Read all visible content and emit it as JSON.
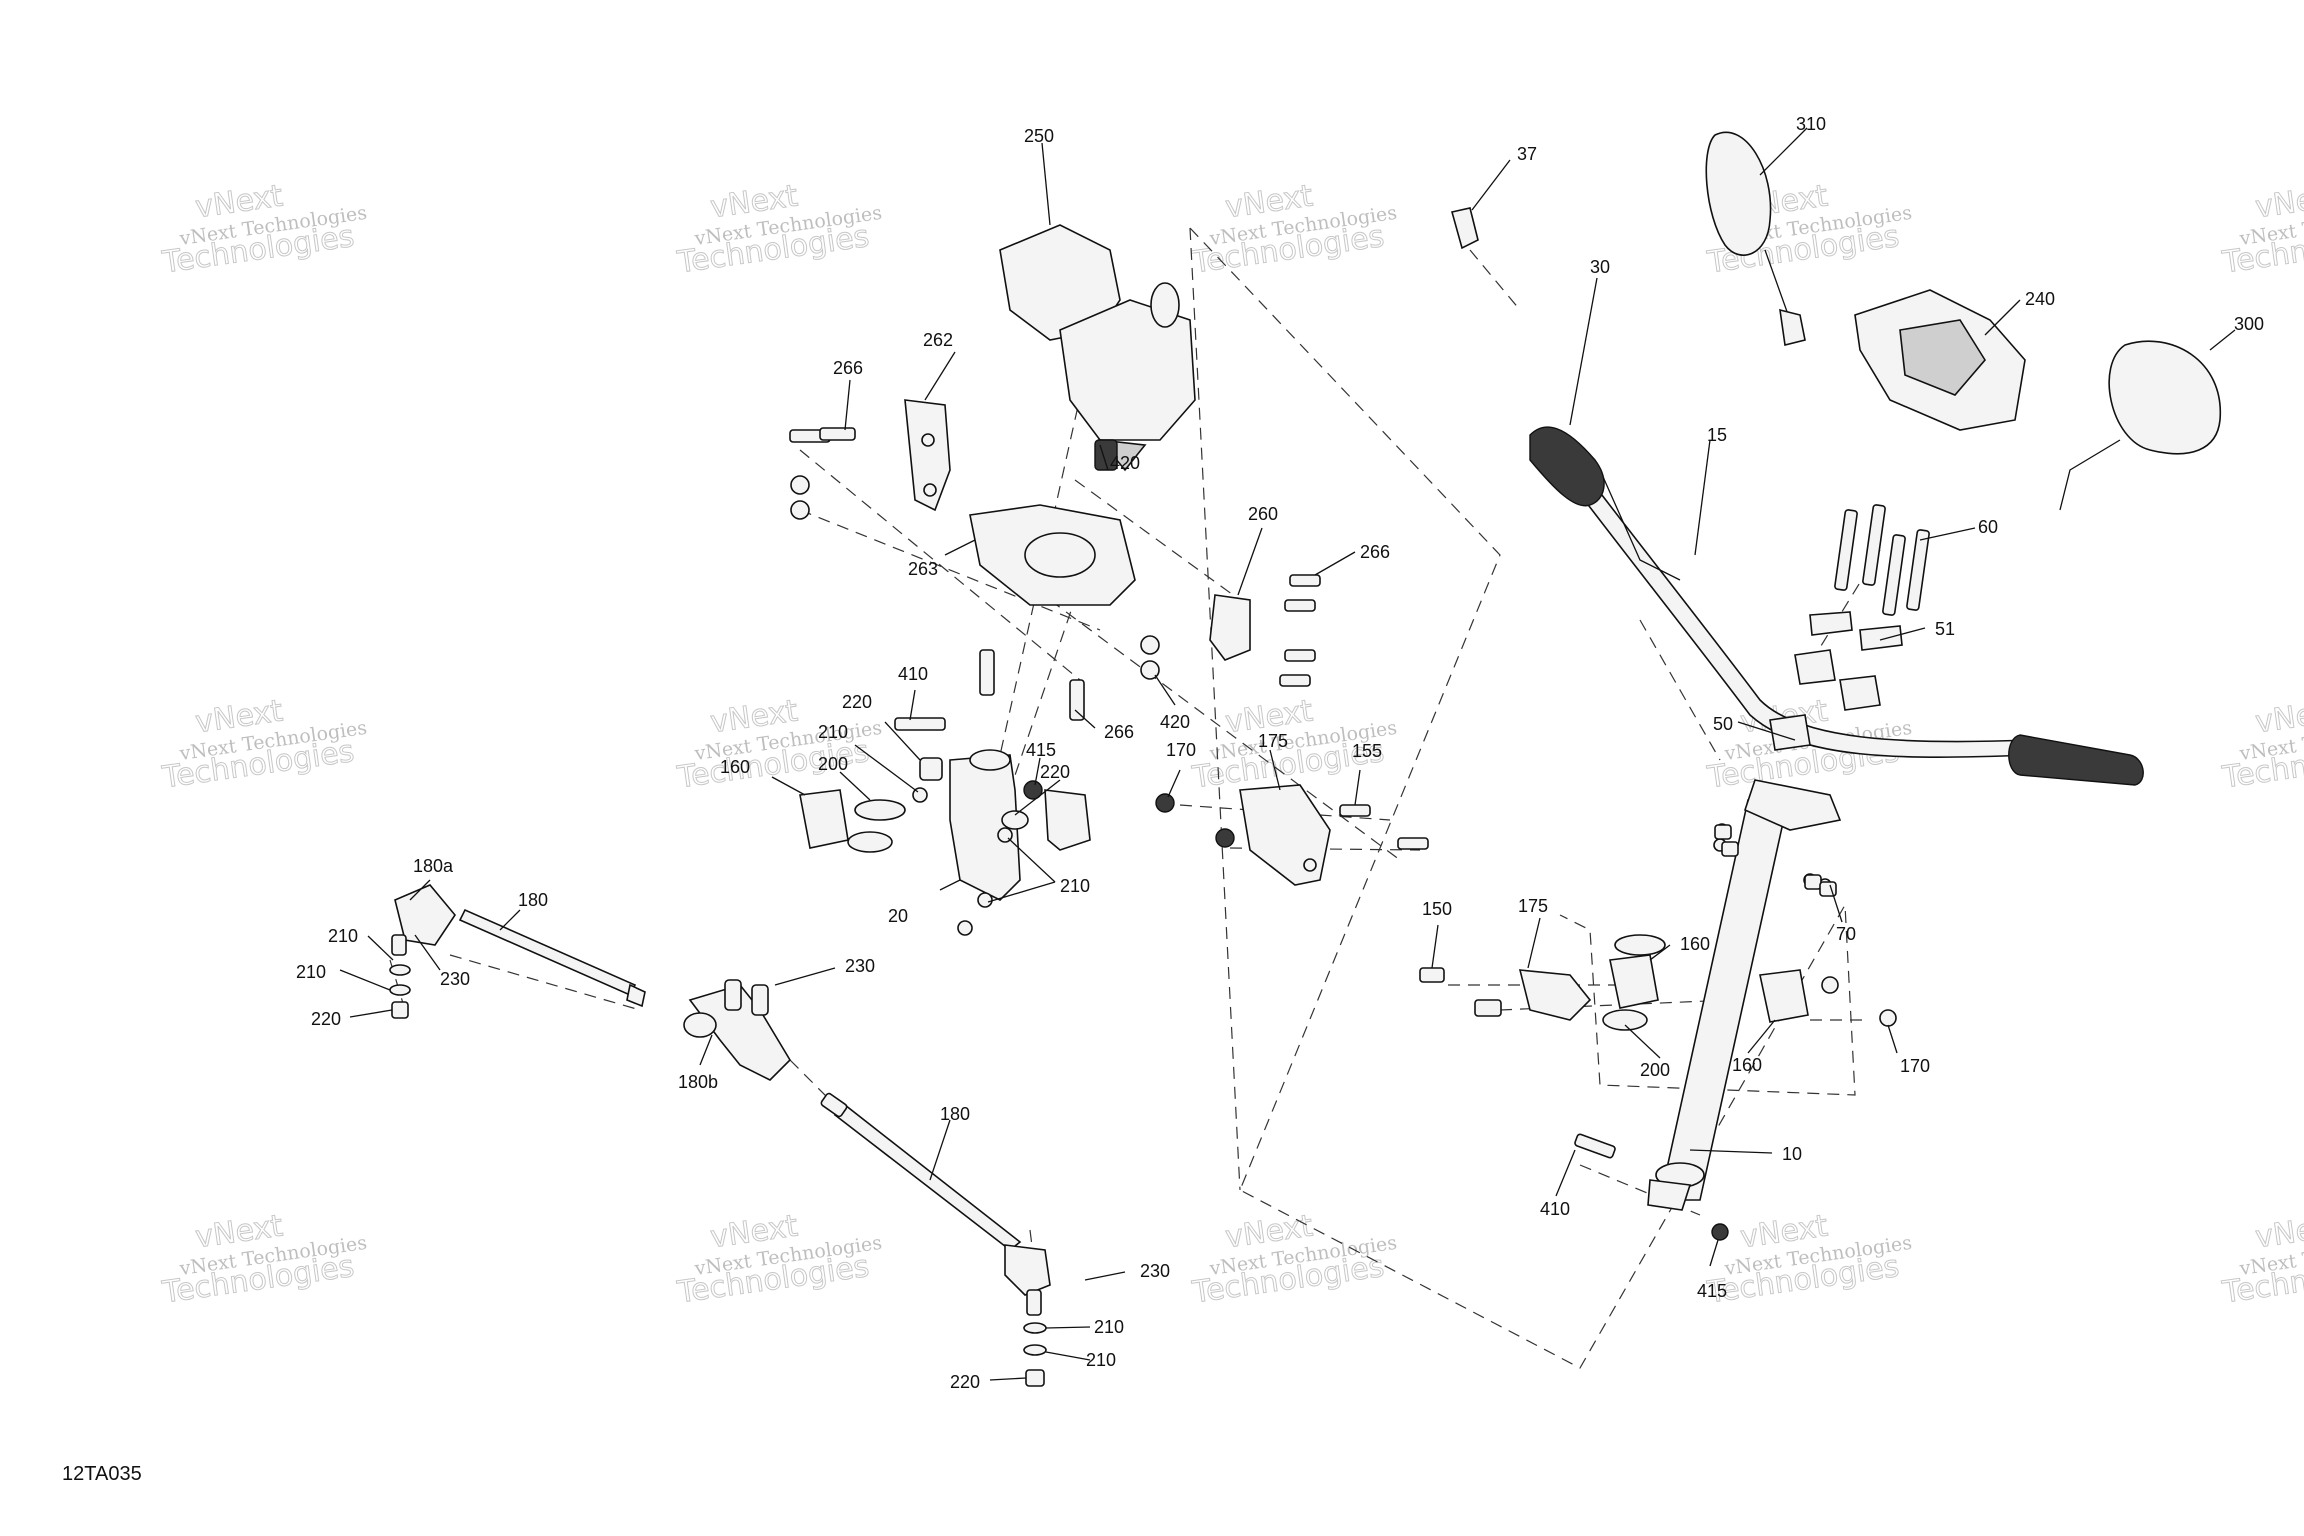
{
  "drawing_ref": "12TA035",
  "watermark": {
    "line1": "vNext Technologies",
    "line2": "Technologies",
    "line3": "vNext"
  },
  "callouts": [
    {
      "id": "c250",
      "text": "250"
    },
    {
      "id": "c262",
      "text": "262"
    },
    {
      "id": "c266a",
      "text": "266"
    },
    {
      "id": "c420a",
      "text": "420"
    },
    {
      "id": "c263",
      "text": "263"
    },
    {
      "id": "c260",
      "text": "260"
    },
    {
      "id": "c266b",
      "text": "266"
    },
    {
      "id": "c420b",
      "text": "420"
    },
    {
      "id": "c266c",
      "text": "266"
    },
    {
      "id": "c410a",
      "text": "410"
    },
    {
      "id": "c220a",
      "text": "220"
    },
    {
      "id": "c210a",
      "text": "210"
    },
    {
      "id": "c200a",
      "text": "200"
    },
    {
      "id": "c160a",
      "text": "160"
    },
    {
      "id": "c415a",
      "text": "415"
    },
    {
      "id": "c220b",
      "text": "220"
    },
    {
      "id": "c210b",
      "text": "210"
    },
    {
      "id": "c20",
      "text": "20"
    },
    {
      "id": "c170a",
      "text": "170"
    },
    {
      "id": "c175a",
      "text": "175"
    },
    {
      "id": "c155",
      "text": "155"
    },
    {
      "id": "c180a",
      "text": "180a"
    },
    {
      "id": "c180top",
      "text": "180"
    },
    {
      "id": "c210c",
      "text": "210"
    },
    {
      "id": "c210d",
      "text": "210"
    },
    {
      "id": "c230a",
      "text": "230"
    },
    {
      "id": "c220c",
      "text": "220"
    },
    {
      "id": "c230b",
      "text": "230"
    },
    {
      "id": "c180b",
      "text": "180b"
    },
    {
      "id": "c180bot",
      "text": "180"
    },
    {
      "id": "c230c",
      "text": "230"
    },
    {
      "id": "c210e",
      "text": "210"
    },
    {
      "id": "c210f",
      "text": "210"
    },
    {
      "id": "c220d",
      "text": "220"
    },
    {
      "id": "c37",
      "text": "37"
    },
    {
      "id": "c310",
      "text": "310"
    },
    {
      "id": "c30",
      "text": "30"
    },
    {
      "id": "c240",
      "text": "240"
    },
    {
      "id": "c300",
      "text": "300"
    },
    {
      "id": "c15",
      "text": "15"
    },
    {
      "id": "c60",
      "text": "60"
    },
    {
      "id": "c51",
      "text": "51"
    },
    {
      "id": "c50",
      "text": "50"
    },
    {
      "id": "c70",
      "text": "70"
    },
    {
      "id": "c150",
      "text": "150"
    },
    {
      "id": "c175b",
      "text": "175"
    },
    {
      "id": "c160b",
      "text": "160"
    },
    {
      "id": "c200b",
      "text": "200"
    },
    {
      "id": "c160c",
      "text": "160"
    },
    {
      "id": "c170b",
      "text": "170"
    },
    {
      "id": "c10",
      "text": "10"
    },
    {
      "id": "c410b",
      "text": "410"
    },
    {
      "id": "c415b",
      "text": "415"
    }
  ]
}
